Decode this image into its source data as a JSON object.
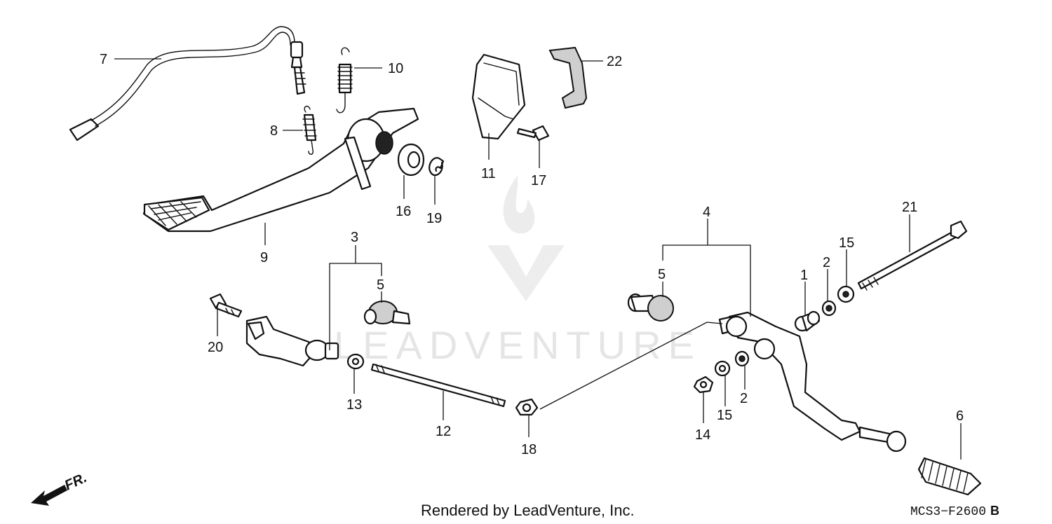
{
  "watermark": {
    "text": "LEADVENTURE"
  },
  "orientation": {
    "label": "FR."
  },
  "footer": {
    "credit": "Rendered by LeadVenture, Inc.",
    "code": "MCS3−F2600",
    "revision": "B"
  },
  "callouts": {
    "c1": "1",
    "c2a": "2",
    "c2b": "2",
    "c3": "3",
    "c4": "4",
    "c5a": "5",
    "c5b": "5",
    "c6": "6",
    "c7": "7",
    "c8": "8",
    "c9": "9",
    "c10": "10",
    "c11": "11",
    "c12": "12",
    "c13": "13",
    "c14": "14",
    "c15a": "15",
    "c15b": "15",
    "c16": "16",
    "c17": "17",
    "c18": "18",
    "c19": "19",
    "c20": "20",
    "c21": "21",
    "c22": "22"
  }
}
